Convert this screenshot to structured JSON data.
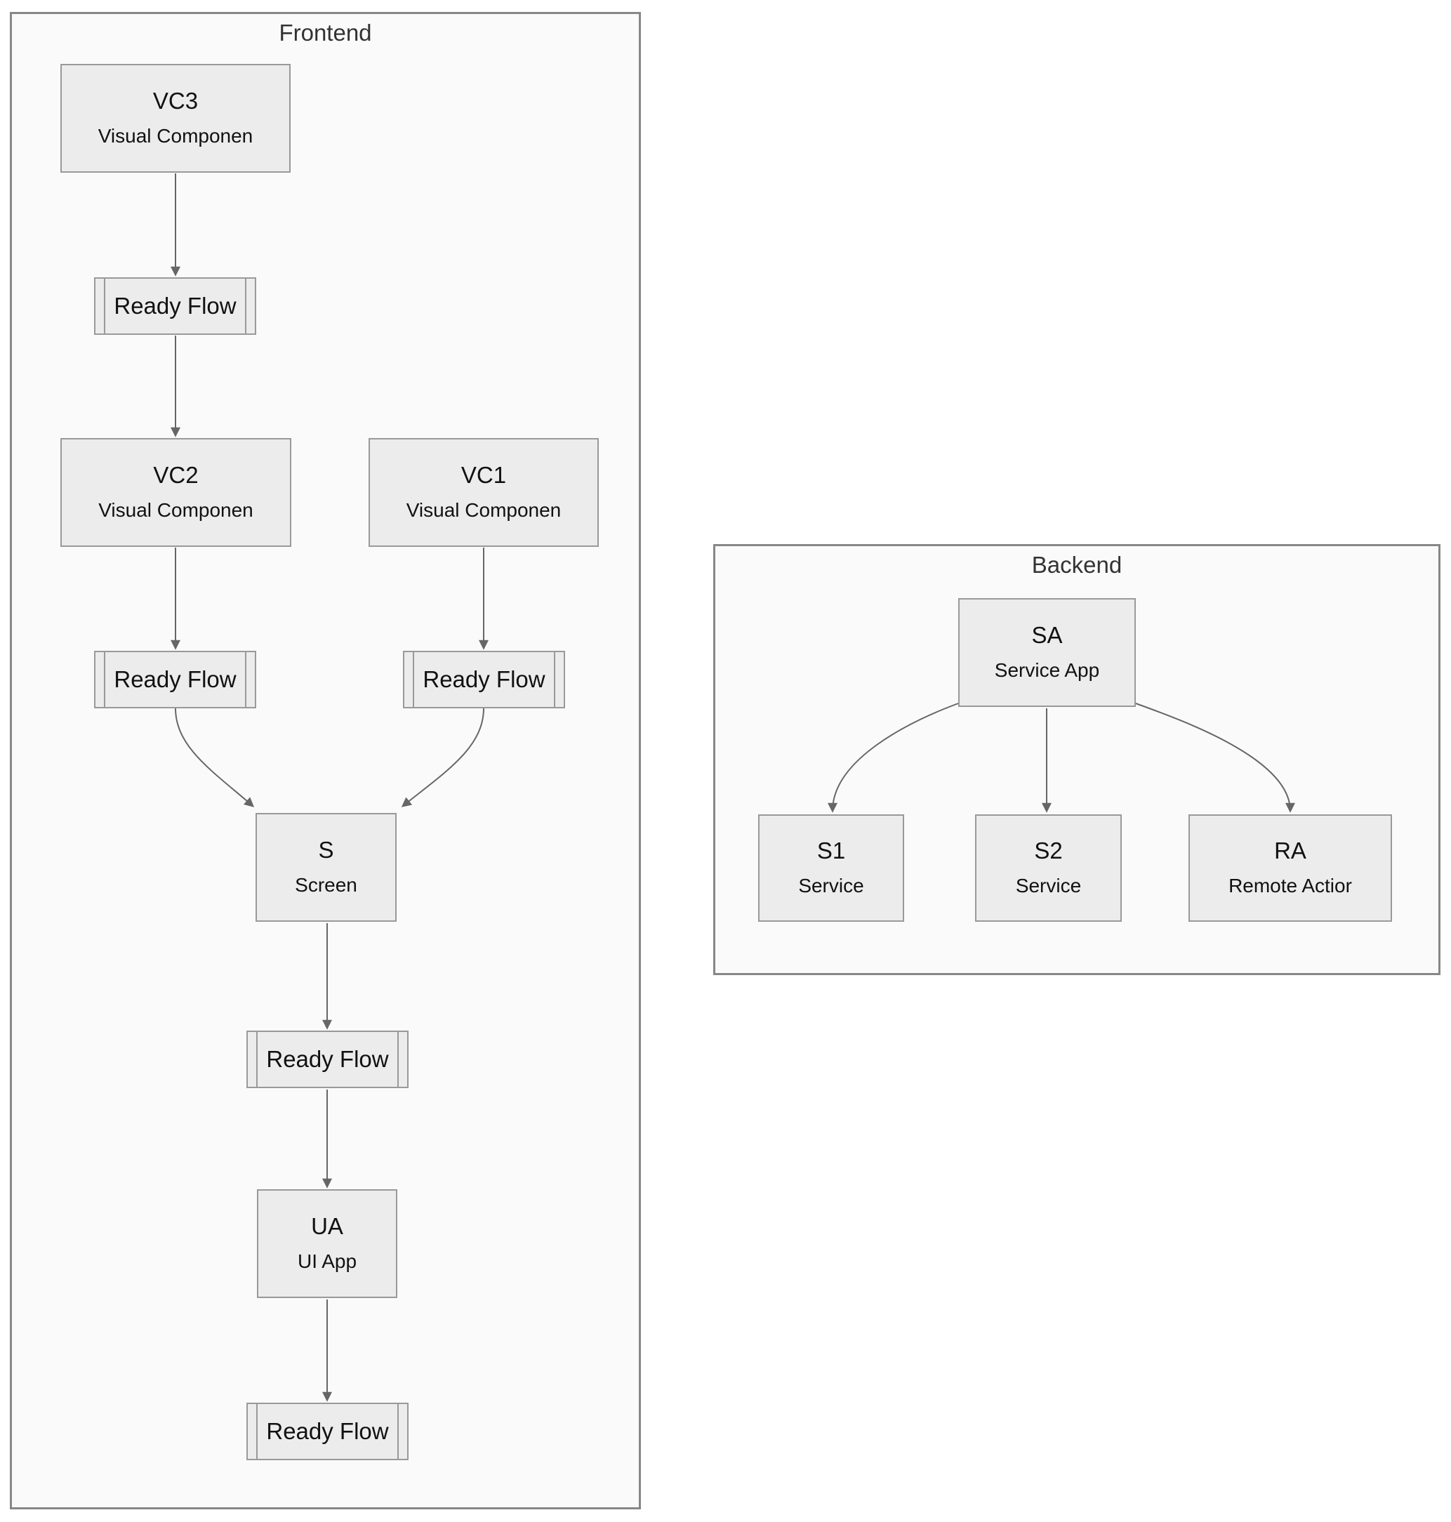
{
  "theme": {
    "canvas_bg": "#ffffff",
    "cluster_fill": "#fafafa",
    "cluster_border": "#878787",
    "node_fill": "#ececec",
    "node_border": "#999999",
    "edge_color": "#666666",
    "text_color": "#111111",
    "cluster_label_color": "#333333"
  },
  "diagram": {
    "clusters": {
      "frontend": {
        "label": "Frontend"
      },
      "backend": {
        "label": "Backend"
      }
    },
    "nodes": {
      "vc3": {
        "code": "VC3",
        "label": "Visual Componen"
      },
      "rf1": {
        "label": "Ready Flow"
      },
      "vc2": {
        "code": "VC2",
        "label": "Visual Componen"
      },
      "vc1": {
        "code": "VC1",
        "label": "Visual Componen"
      },
      "rf2": {
        "label": "Ready Flow"
      },
      "rf3": {
        "label": "Ready Flow"
      },
      "s": {
        "code": "S",
        "label": "Screen"
      },
      "rf4": {
        "label": "Ready Flow"
      },
      "ua": {
        "code": "UA",
        "label": "UI App"
      },
      "rf5": {
        "label": "Ready Flow"
      },
      "sa": {
        "code": "SA",
        "label": "Service App"
      },
      "s1": {
        "code": "S1",
        "label": "Service"
      },
      "s2": {
        "code": "S2",
        "label": "Service"
      },
      "ra": {
        "code": "RA",
        "label": "Remote Actior"
      }
    },
    "edges": [
      {
        "from": "vc3",
        "to": "rf1"
      },
      {
        "from": "rf1",
        "to": "vc2"
      },
      {
        "from": "vc2",
        "to": "rf2"
      },
      {
        "from": "vc1",
        "to": "rf3"
      },
      {
        "from": "rf2",
        "to": "s"
      },
      {
        "from": "rf3",
        "to": "s"
      },
      {
        "from": "s",
        "to": "rf4"
      },
      {
        "from": "rf4",
        "to": "ua"
      },
      {
        "from": "ua",
        "to": "rf5"
      },
      {
        "from": "sa",
        "to": "s1"
      },
      {
        "from": "sa",
        "to": "s2"
      },
      {
        "from": "sa",
        "to": "ra"
      }
    ]
  }
}
